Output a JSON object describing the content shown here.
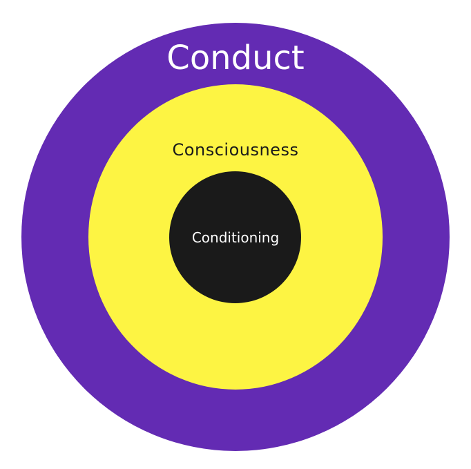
{
  "diagram": {
    "outer": {
      "label": "Conduct",
      "color": "#632bb3"
    },
    "middle": {
      "label": "Consciousness",
      "color": "#fdf443"
    },
    "inner": {
      "label": "Conditioning",
      "color": "#1a1a1a"
    }
  }
}
